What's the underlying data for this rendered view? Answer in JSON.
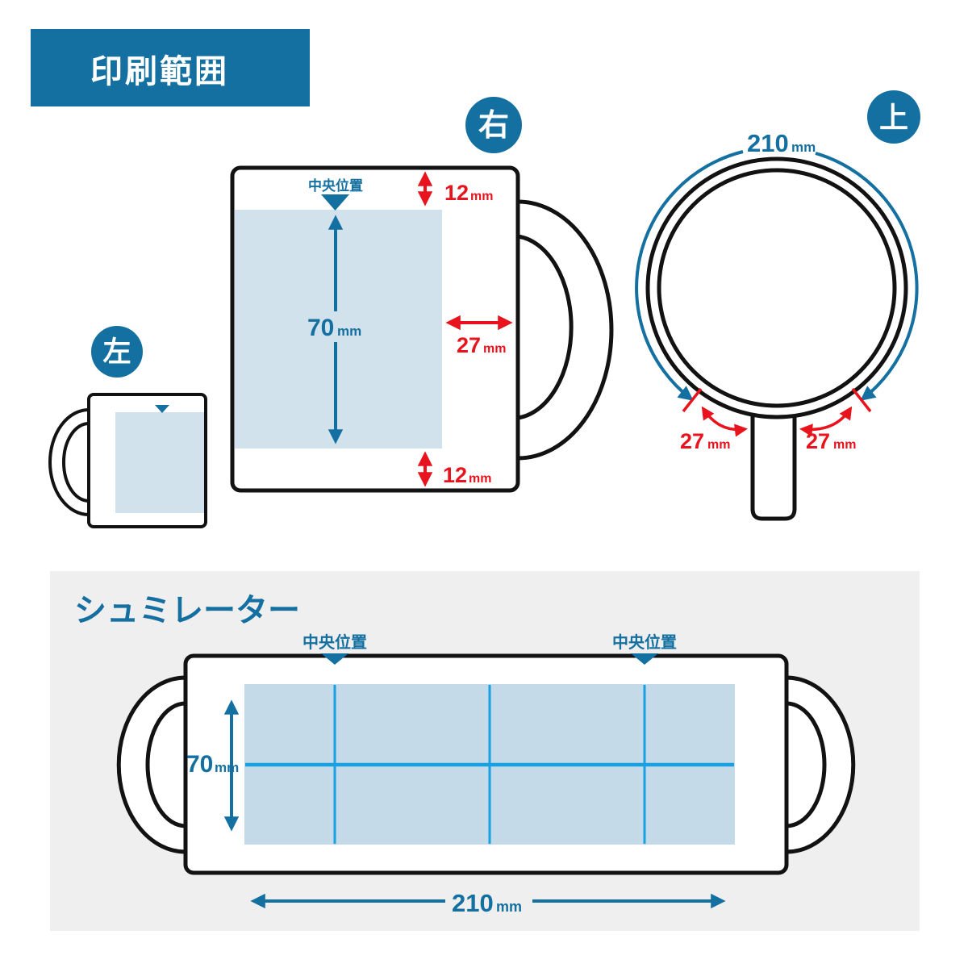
{
  "header": {
    "title": "印刷範囲"
  },
  "views": {
    "right": {
      "badge": "右",
      "center_position_label": "中央位置",
      "print_height": {
        "value": "70",
        "unit": "mm"
      },
      "top_margin": {
        "value": "12",
        "unit": "mm"
      },
      "bottom_margin": {
        "value": "12",
        "unit": "mm"
      },
      "handle_side_margin": {
        "value": "27",
        "unit": "mm"
      }
    },
    "left": {
      "badge": "左"
    },
    "top": {
      "badge": "上",
      "print_width": {
        "value": "210",
        "unit": "mm"
      },
      "handle_margin_left": {
        "value": "27",
        "unit": "mm"
      },
      "handle_margin_right": {
        "value": "27",
        "unit": "mm"
      }
    }
  },
  "simulator": {
    "title": "シュミレーター",
    "center_position_labels": [
      "中央位置",
      "中央位置"
    ],
    "print_height": {
      "value": "70",
      "unit": "mm"
    },
    "print_width": {
      "value": "210",
      "unit": "mm"
    }
  },
  "colors": {
    "primary_blue": "#1470a0",
    "dimension_red": "#e8131d",
    "print_area_fill": "#d2e2ed",
    "simulator_print_fill": "#c5dae8",
    "grid_line_cyan": "#18a0e2",
    "simulator_background": "#efefef",
    "outline_black": "#121212"
  }
}
